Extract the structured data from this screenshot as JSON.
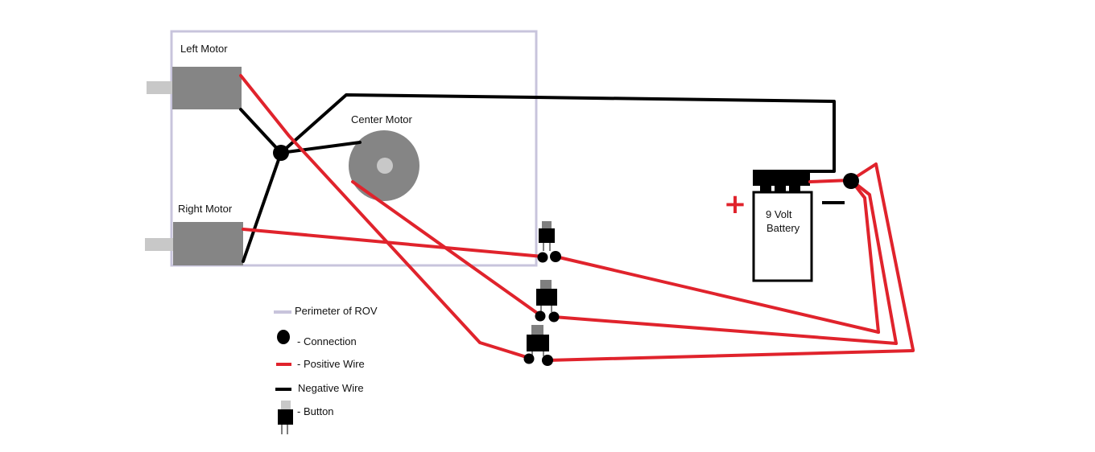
{
  "labels": {
    "left_motor": "Left Motor",
    "right_motor": "Right Motor",
    "center_motor": "Center Motor",
    "battery_line1": "9 Volt",
    "battery_line2": "Battery",
    "battery_plus": "+"
  },
  "legend": {
    "perimeter": "Perimeter of ROV",
    "connection": "- Connection",
    "positive": "- Positive Wire",
    "negative": "Negative Wire",
    "button": "- Button"
  },
  "colors": {
    "perimeter": "#c8c4dc",
    "positive_wire": "#e0232c",
    "negative_wire": "#000000",
    "motor": "#858585",
    "motor_shaft": "#c8c8c8",
    "connection": "#000000",
    "button_body": "#000000",
    "button_cap": "#7f7f7f"
  },
  "icons": {
    "connection": "filled-circle",
    "button": "push-button-icon"
  }
}
